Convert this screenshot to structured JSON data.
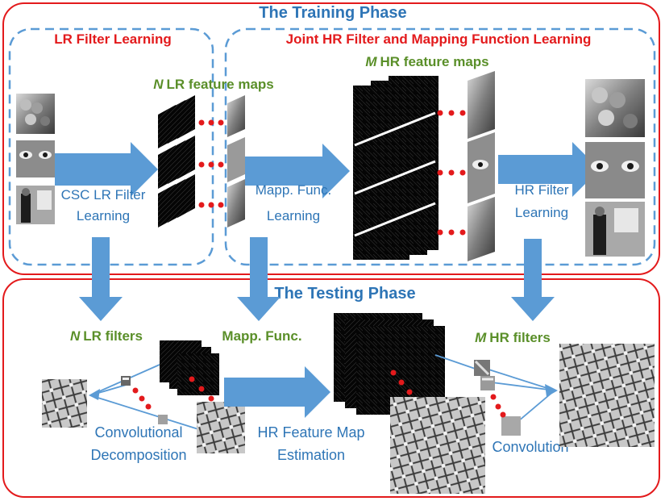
{
  "training": {
    "title": "The Training Phase",
    "lr_filter_learning": "LR Filter Learning",
    "joint_learning": "Joint HR Filter and Mapping Function Learning",
    "n_lr_maps_prefix": "N",
    "n_lr_maps_rest": "LR feature maps",
    "m_hr_maps_prefix": "M",
    "m_hr_maps_rest": "HR feature maps",
    "csc_line1": "CSC LR Filter",
    "csc_line2": "Learning",
    "mapp_line1": "Mapp. Func.",
    "mapp_line2": "Learning",
    "hrf_line1": "HR Filter",
    "hrf_line2": "Learning"
  },
  "testing": {
    "title": "The Testing Phase",
    "n_lr_filters_prefix": "N",
    "n_lr_filters_rest": "LR filters",
    "mapp_func": "Mapp. Func.",
    "m_hr_filters_prefix": "M",
    "m_hr_filters_rest": "HR filters",
    "conv_decomp_line1": "Convolutional",
    "conv_decomp_line2": "Decomposition",
    "hr_est_line1": "HR Feature Map",
    "hr_est_line2": "Estimation",
    "convolution": "Convolution"
  },
  "colors": {
    "phase_border": "#e31a1c",
    "dashed_border": "#5b9bd5",
    "arrow": "#5b9bd5",
    "title_text": "#2e75b6",
    "green_text": "#5a8f29",
    "dots": "#e31a1c"
  }
}
